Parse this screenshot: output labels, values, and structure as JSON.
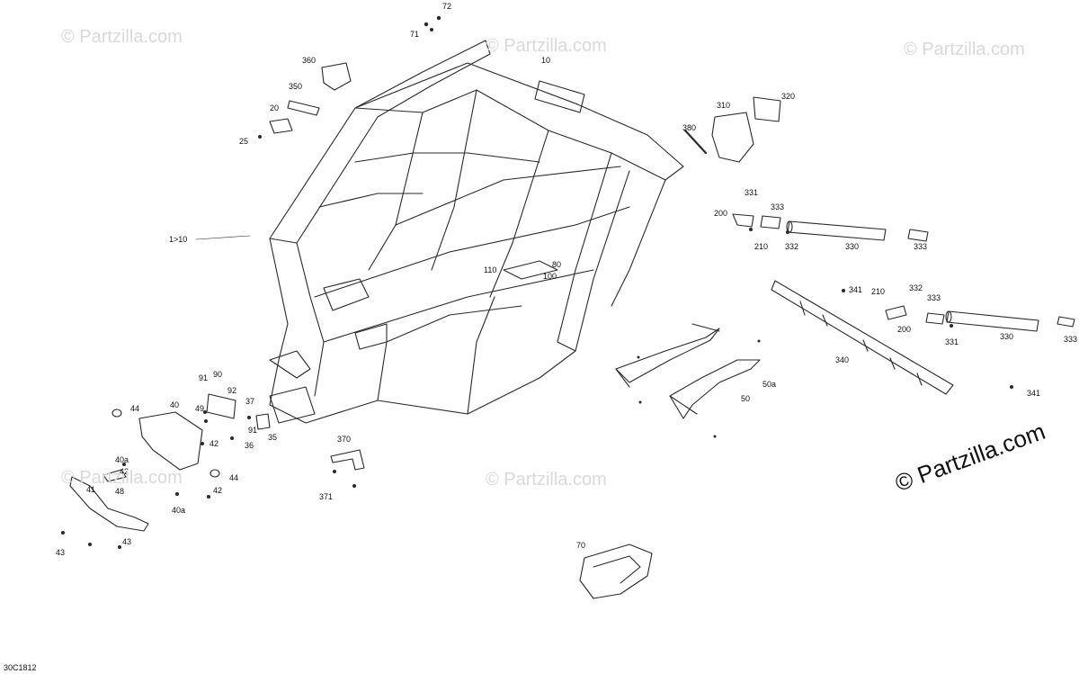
{
  "watermark": "© Partzilla.com",
  "brand": "© Partzilla.com",
  "diagram_code": "30C1812",
  "labels": [
    "72",
    "71",
    "360",
    "10",
    "350",
    "20",
    "25",
    "310",
    "320",
    "380",
    "331",
    "333",
    "200",
    "330",
    "210",
    "332",
    "333",
    "1>10",
    "80",
    "110",
    "100",
    "341",
    "210",
    "332",
    "333",
    "200",
    "330",
    "331",
    "333",
    "340",
    "341",
    "50a",
    "50",
    "91",
    "90",
    "92",
    "49",
    "37",
    "91",
    "35",
    "44",
    "40",
    "42",
    "36",
    "40a",
    "42",
    "44",
    "48",
    "41",
    "42",
    "40a",
    "370",
    "371",
    "43",
    "43",
    "70"
  ],
  "colors": {
    "line": "#2a2a2a",
    "watermark": "#d9d9d9"
  }
}
